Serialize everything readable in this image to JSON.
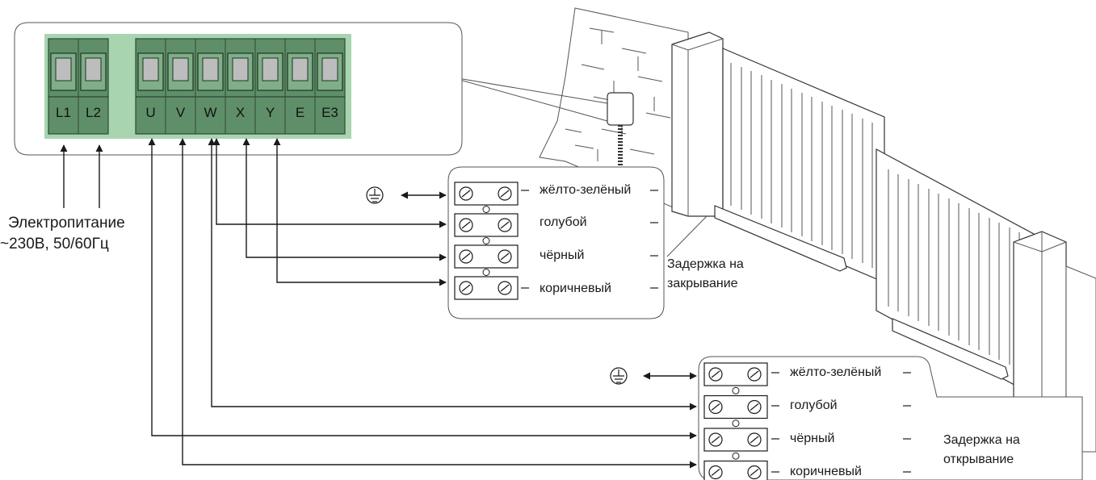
{
  "control_board": {
    "power_terminals": [
      "L1",
      "L2"
    ],
    "motor_terminals": [
      "U",
      "V",
      "W",
      "X",
      "Y",
      "E",
      "E3"
    ],
    "board_color": "#a8d5b0",
    "terminal_color": "#5f8f69"
  },
  "power_supply": {
    "line1": "Электропитание",
    "line2": "~230В, 50/60Гц"
  },
  "ground_icon": "ground-symbol-icon",
  "motor_closing": {
    "caption_line1": "Задержка на",
    "caption_line2": "закрывание",
    "wires": [
      "жёлто-зелёный",
      "голубой",
      "чёрный",
      "коричневый"
    ]
  },
  "motor_opening": {
    "caption_line1": "Задержка на",
    "caption_line2": "открывание",
    "wires": [
      "жёлто-зелёный",
      "голубой",
      "чёрный",
      "коричневый"
    ]
  }
}
